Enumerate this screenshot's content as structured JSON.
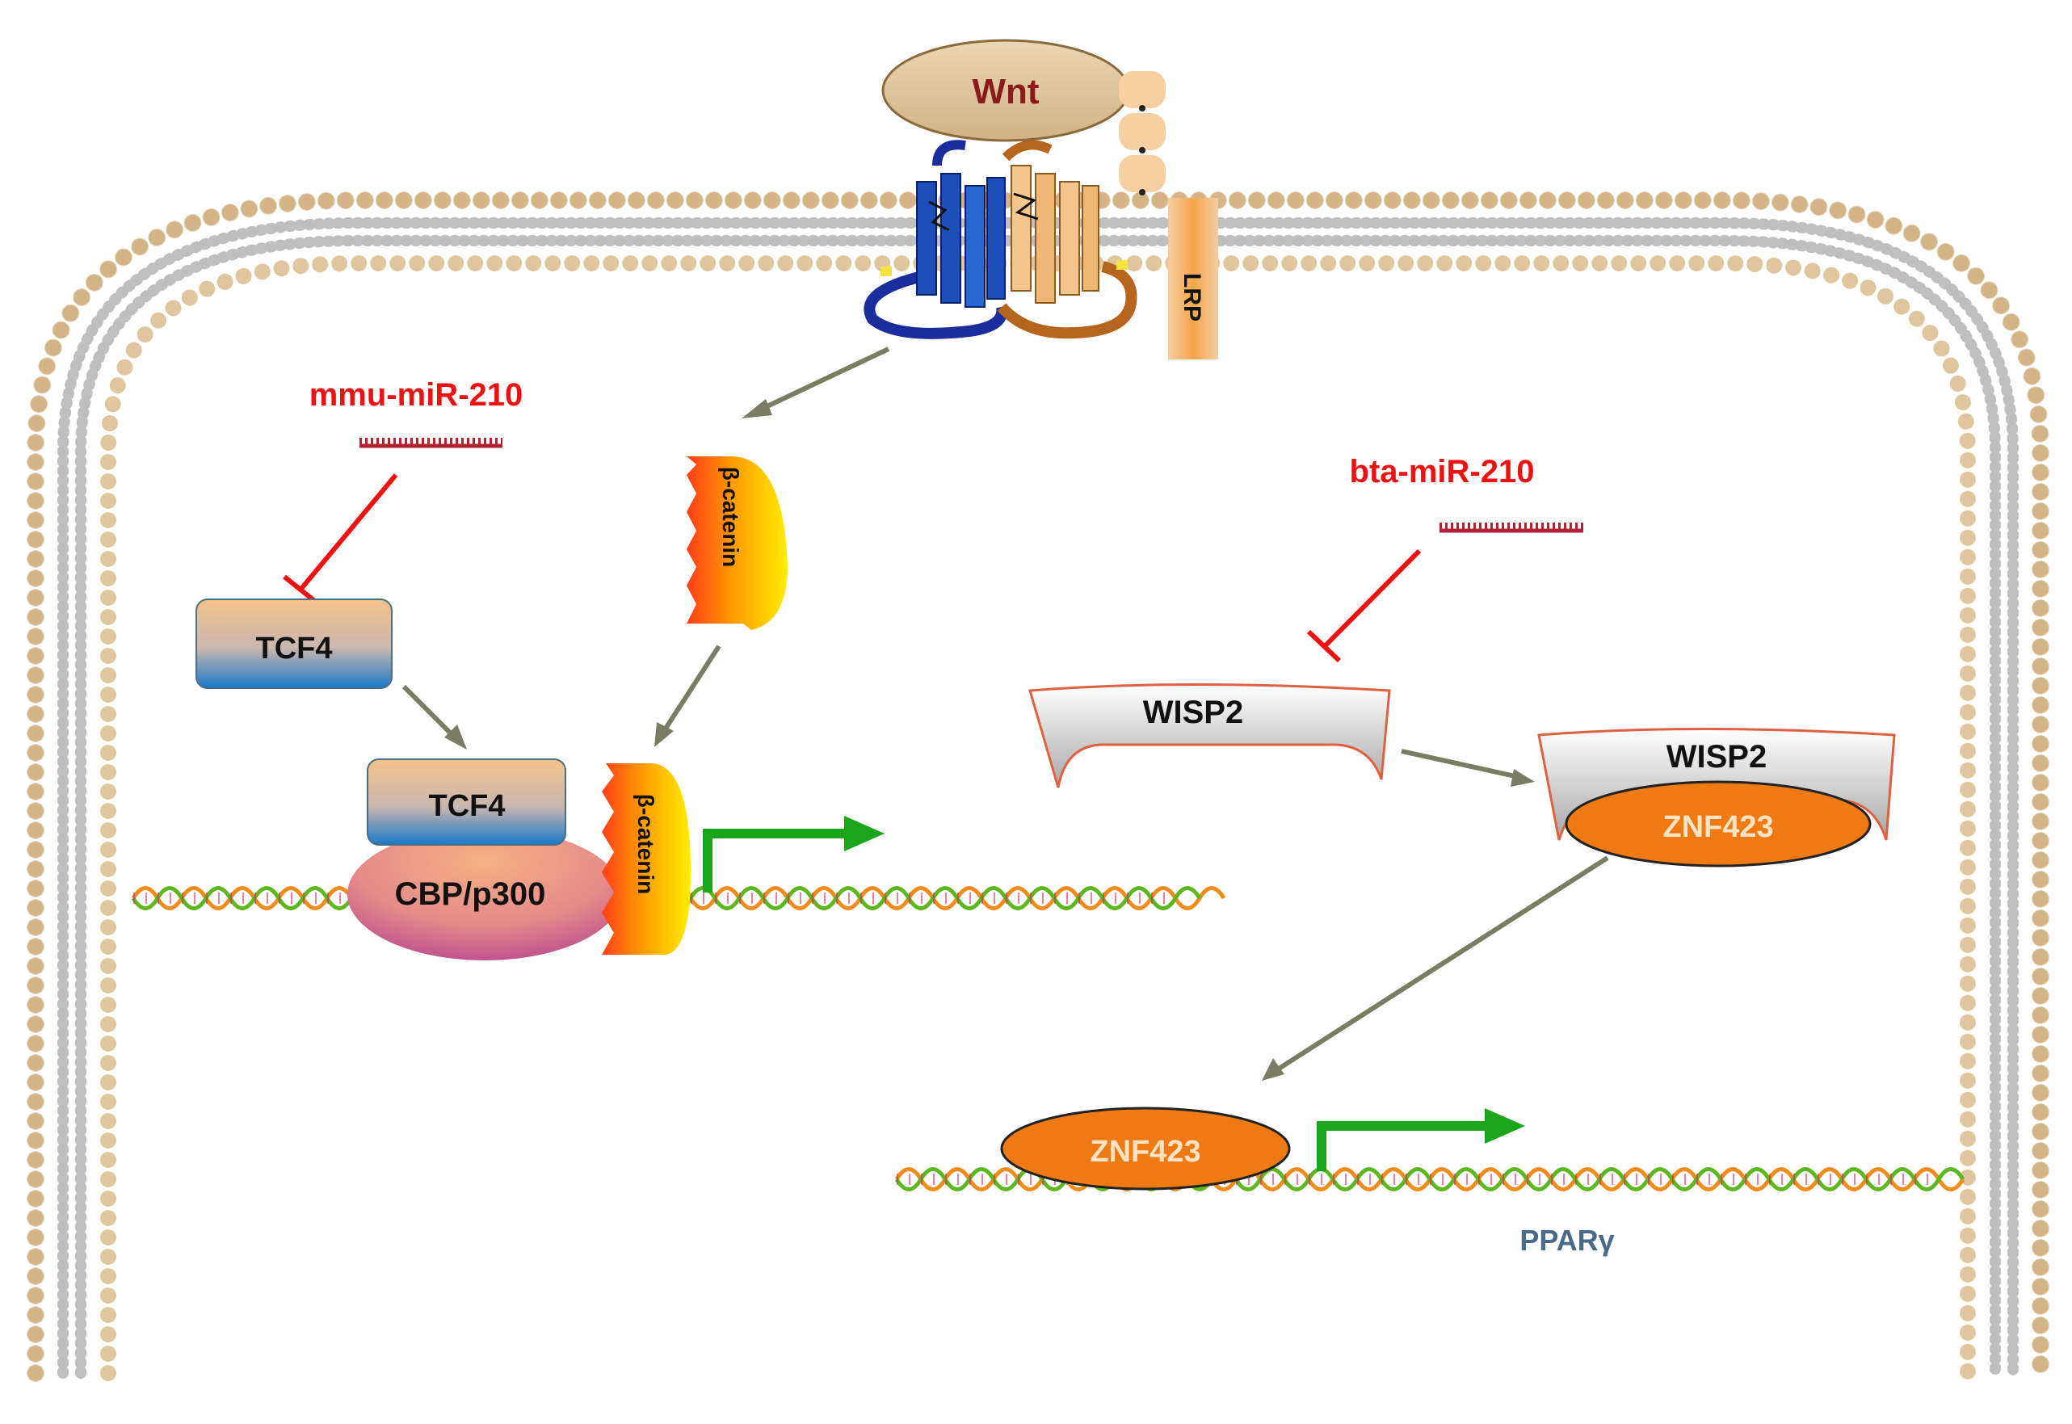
{
  "labels": {
    "wnt": "Wnt",
    "lrp": "LRP",
    "mmu_mir": "mmu-miR-210",
    "bta_mir": "bta-miR-210",
    "beta_catenin_free": "β-catenin",
    "beta_catenin_bound": "β-catenin",
    "tcf4_free": "TCF4",
    "tcf4_bound": "TCF4",
    "cbp": "CBP/p300",
    "wisp2_free": "WISP2",
    "wisp2_bound": "WISP2",
    "znf423_complex": "ZNF423",
    "znf423_dna": "ZNF423",
    "ppar": "PPARγ"
  },
  "colors": {
    "inhibition": "#ee1111",
    "activation_arrow": "#7a7d63",
    "transcription_arrow": "#1aa51a",
    "mirna": "#b22233",
    "wnt_fill": "#ddc49a",
    "wnt_text": "#8b1a1a",
    "membrane_head": "#d9b98f",
    "znf423": "#ef7a14",
    "ppar_text": "#4a6a8a"
  },
  "icons": {
    "frizzled": "frizzled-receptor-icon",
    "dna": "dna-helix-icon",
    "mirna": "mirna-strand-icon",
    "promoter": "transcription-start-arrow-icon"
  }
}
